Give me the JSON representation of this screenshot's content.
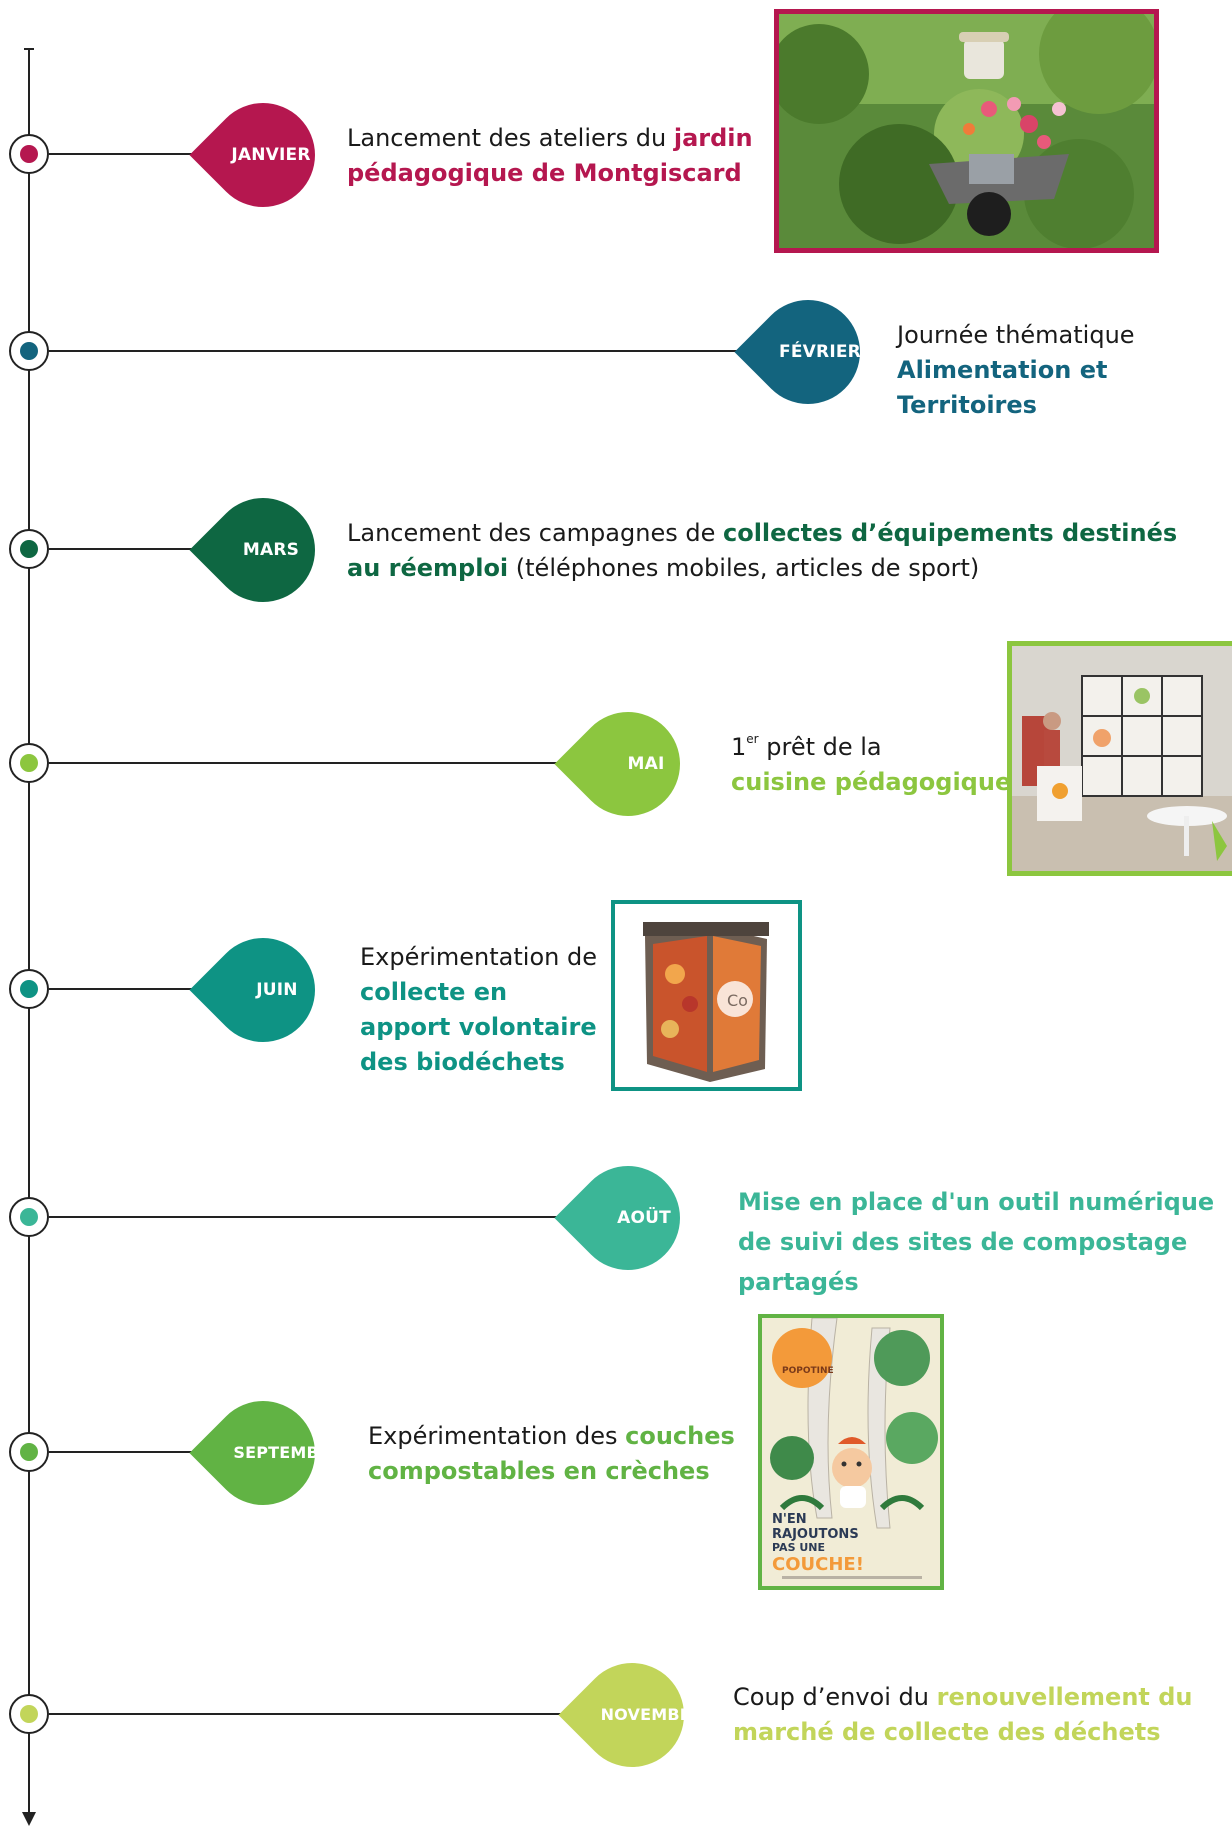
{
  "colors": {
    "janvier": "#b5174f",
    "fevrier": "#13647e",
    "mars": "#0e6742",
    "mai": "#8cc63f",
    "juin": "#0e9384",
    "aout": "#3bb697",
    "septembre": "#61b344",
    "novembre": "#c2d55a"
  },
  "events": [
    {
      "month": "JANVIER",
      "text_plain": "Lancement des ateliers du ",
      "text_bold": "jardin pédagogique de Montgiscard",
      "text_after": "",
      "image": "garden-wheelbarrow-photo"
    },
    {
      "month": "FÉVRIER",
      "text_plain": "Journée thématique",
      "text_bold": "Alimentation et Territoires",
      "text_after": ""
    },
    {
      "month": "MARS",
      "text_plain": "Lancement des campagnes de ",
      "text_bold": "collectes d’équipements destinés au réemploi",
      "text_after": " (téléphones mobiles, articles de sport)"
    },
    {
      "month": "MAI",
      "text_prefix": "1",
      "text_sup": "er",
      "text_plain": " prêt de la",
      "text_bold": "cuisine pédagogique",
      "text_after": "",
      "image": "kitchen-stand-photo"
    },
    {
      "month": "JUIN",
      "text_plain": "Expérimentation de ",
      "text_bold": "collecte en apport volontaire des biodéchets",
      "text_after": "",
      "image": "biowaste-bin-photo"
    },
    {
      "month": "AOÜT",
      "text_plain": "",
      "text_bold": "Mise en place d'un outil numérique de suivi des sites de compostage partagés",
      "text_after": ""
    },
    {
      "month": "SEPTEMBRE",
      "text_plain": "Expérimentation des ",
      "text_bold": "couches compostables en crèches",
      "text_after": "",
      "image": "diaper-poster",
      "poster_lines": [
        "POPOTINE",
        "N'EN",
        "RAJOUTONS",
        "PAS UNE",
        "COUCHE!"
      ]
    },
    {
      "month": "NOVEMBRE",
      "text_plain": "Coup d’envoi du ",
      "text_bold": "renouvellement du marché de collecte des déchets",
      "text_after": ""
    }
  ]
}
